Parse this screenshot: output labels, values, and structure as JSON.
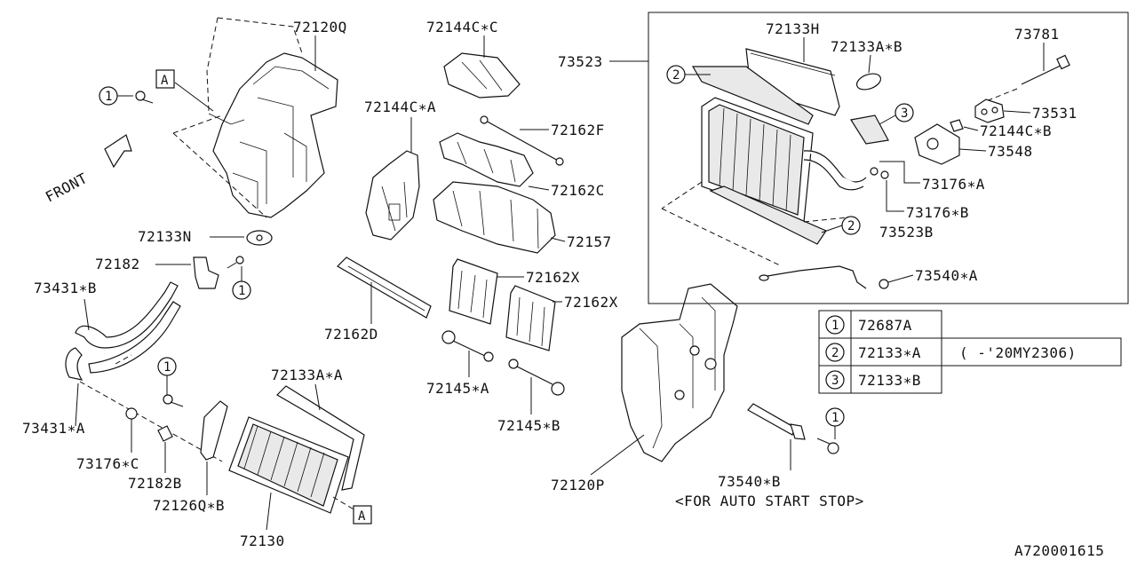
{
  "diagram_code": "A720001615",
  "note": "<FOR AUTO START STOP>",
  "ref_marker": "A",
  "circle_marks": [
    "1",
    "2",
    "3"
  ],
  "parts": {
    "p72120Q": "72120Q",
    "p72144CC": "72144C∗C",
    "p73523": "73523",
    "p72133H": "72133H",
    "p72133AB": "72133A∗B",
    "p73781": "73781",
    "p72144CA": "72144C∗A",
    "p72162F": "72162F",
    "p73531": "73531",
    "p72144CB": "72144C∗B",
    "p73548": "73548",
    "p72162C": "72162C",
    "p73176A": "73176∗A",
    "p73176B": "73176∗B",
    "p72133N": "72133N",
    "p72157": "72157",
    "p73523B": "73523B",
    "p72182": "72182",
    "p72162X1": "72162X",
    "p72162X2": "72162X",
    "p73540A": "73540∗A",
    "p73431B": "73431∗B",
    "p72162D": "72162D",
    "p72133AA": "72133A∗A",
    "p72145A": "72145∗A",
    "p72145B": "72145∗B",
    "p73431A": "73431∗A",
    "p73176C": "73176∗C",
    "p72182B": "72182B",
    "p72126QB": "72126Q∗B",
    "p72130": "72130",
    "p72120P": "72120P",
    "p73540B": "73540∗B",
    "front": "FRONT"
  },
  "legend": [
    {
      "mark": "1",
      "part": "72687A",
      "note": ""
    },
    {
      "mark": "2",
      "part": "72133∗A",
      "note": "(   -'20MY2306)"
    },
    {
      "mark": "3",
      "part": "72133∗B",
      "note": ""
    }
  ]
}
